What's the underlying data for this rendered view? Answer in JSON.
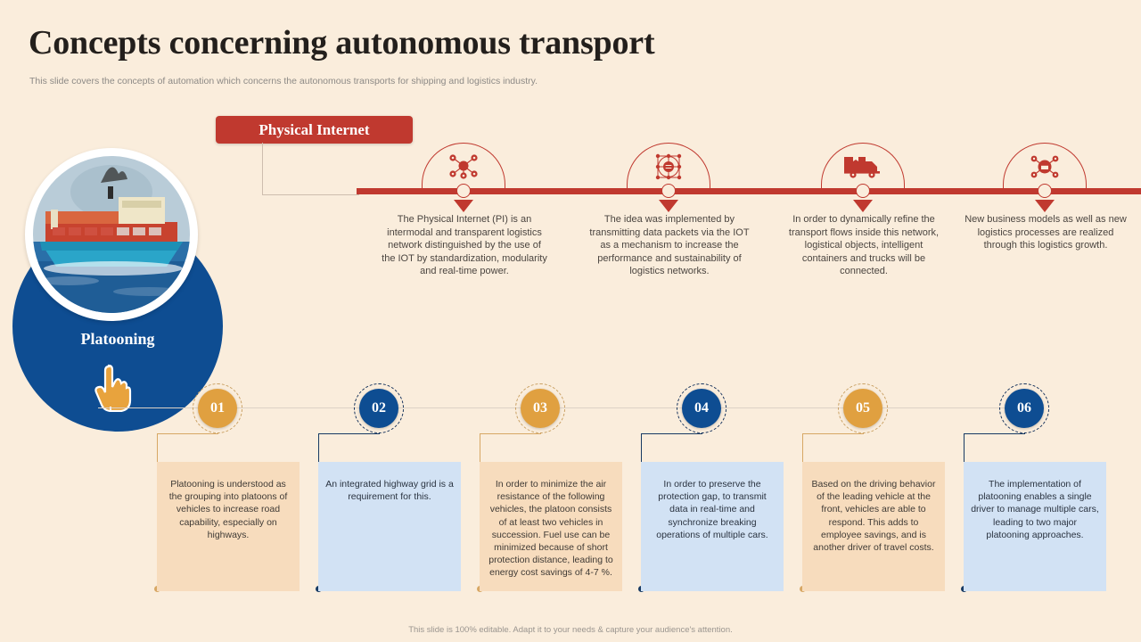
{
  "header": {
    "title": "Concepts concerning autonomous transport",
    "subtitle": "This slide covers the concepts of automation which concerns the autonomous transports for shipping and logistics industry."
  },
  "colors": {
    "background": "#faeddc",
    "red": "#c0392f",
    "navy": "#0e4d92",
    "orange": "#e0a040",
    "box_orange": "#f7dcbd",
    "box_blue": "#d2e2f4",
    "grey_line": "#ddd2c6"
  },
  "physical_internet": {
    "badge_label": "Physical Internet",
    "nodes": [
      {
        "icon": "network-nodes-icon",
        "text": "The Physical Internet (PI) is an intermodal and transparent logistics network distinguished by the use of the IOT by standardization, modularity and real-time power."
      },
      {
        "icon": "hub-wheel-icon",
        "text": "The idea was implemented by transmitting data packets via the IOT as a mechanism to increase the performance and sustainability of logistics networks."
      },
      {
        "icon": "delivery-truck-icon",
        "text": "In order to dynamically refine the transport flows inside this network, logistical objects, intelligent containers and trucks will be connected."
      },
      {
        "icon": "distribution-hub-icon",
        "text": "New business models as well as new logistics processes are realized through this logistics growth."
      }
    ]
  },
  "platooning": {
    "label": "Platooning",
    "photo_alt": "container-ship-photo",
    "steps": [
      {
        "number": "01",
        "color": "orange",
        "text": "Platooning is understood as the grouping into platoons of vehicles to increase road capability, especially on highways."
      },
      {
        "number": "02",
        "color": "navy",
        "text": "An integrated highway grid is a requirement for this."
      },
      {
        "number": "03",
        "color": "orange",
        "text": "In order to minimize the air resistance of the following vehicles, the platoon consists of at least two vehicles in succession. Fuel use can be minimized because of short protection distance, leading to energy cost savings of 4-7 %."
      },
      {
        "number": "04",
        "color": "navy",
        "text": "In order to preserve the protection gap, to transmit data in real-time and synchronize breaking operations of multiple cars."
      },
      {
        "number": "05",
        "color": "orange",
        "text": "Based on the driving behavior of the leading vehicle at the front, vehicles are able to respond. This adds to employee savings, and is another driver of travel costs."
      },
      {
        "number": "06",
        "color": "navy",
        "text": "The implementation of platooning enables a single driver to manage multiple cars, leading to two major platooning approaches."
      }
    ]
  },
  "footer": {
    "note": "This slide is 100% editable. Adapt it to your needs & capture your audience's attention."
  }
}
